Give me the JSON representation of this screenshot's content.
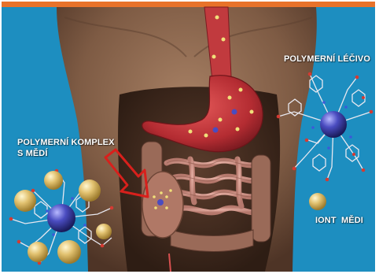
{
  "labels": {
    "polymer_drug": "POLYMERNÍ LÉČIVO",
    "polymer_complex_line1": "POLYMERNÍ KOMPLEX",
    "polymer_complex_line2": "S MĚDÍ",
    "copper_ion": "IONT  MĚDI"
  },
  "colors": {
    "background": "#1d8ec0",
    "top_stripe": "#e8722a",
    "arrow": "#d8201c",
    "polymer_core": "#3c3fa8",
    "copper_ion": "#d9b95a"
  }
}
